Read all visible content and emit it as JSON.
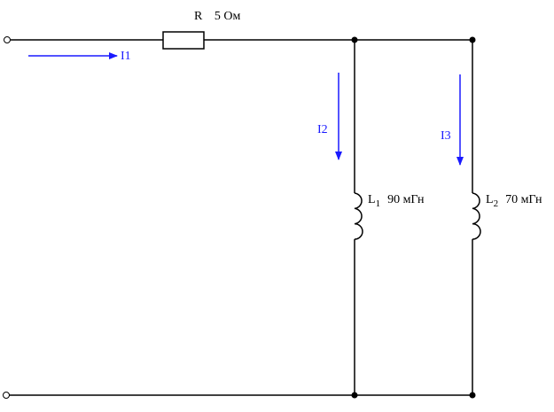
{
  "resistor": {
    "name": "R",
    "value": "5 Ом"
  },
  "inductor1": {
    "name": "L",
    "sub": "1",
    "value": "90 мГн"
  },
  "inductor2": {
    "name": "L",
    "sub": "2",
    "value": "70 мГн"
  },
  "currents": {
    "i1": "I1",
    "i2": "I2",
    "i3": "I3"
  },
  "colors": {
    "wire": "#000000",
    "arrow": "#1a1aff"
  }
}
